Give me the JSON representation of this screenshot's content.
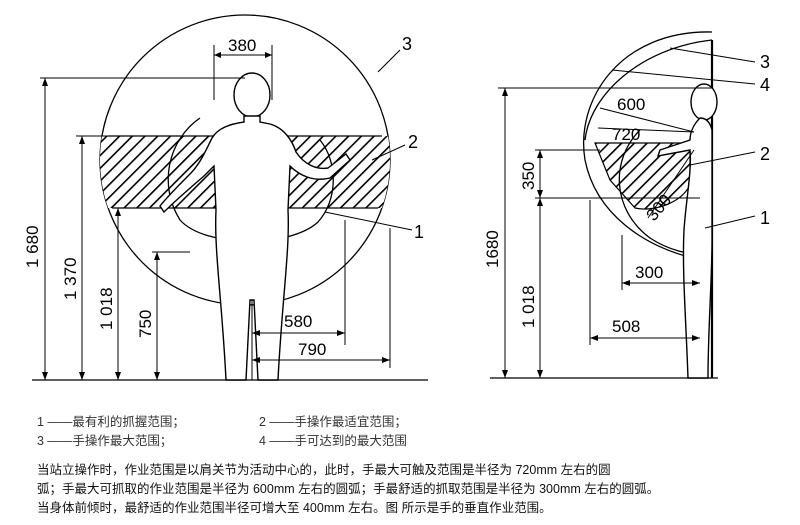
{
  "figure": {
    "left": {
      "dims": {
        "top_width": "380",
        "h1680": "1 680",
        "h1370": "1 370",
        "h1018": "1 018",
        "h750": "750",
        "w580": "580",
        "w790": "790"
      },
      "tags": {
        "t1": "1",
        "t2": "2",
        "t3": "3"
      }
    },
    "right": {
      "dims": {
        "r600": "600",
        "r720": "720",
        "h350": "350",
        "r300": "300",
        "h1680": "1680",
        "h1018": "1 018",
        "w300": "300",
        "w508": "508"
      },
      "tags": {
        "t1": "1",
        "t2": "2",
        "t3": "3",
        "t4": "4"
      }
    }
  },
  "legend": [
    {
      "left": "1 ——最有利的抓握范围；",
      "right": "2 ——手操作最适宜范围；"
    },
    {
      "left": "3 ——手操作最大范围；",
      "right": "4 ——手可达到的最大范围"
    }
  ],
  "description": [
    "当站立操作时，作业范围是以肩关节为活动中心的，此时，手最大可触及范围是半径为 720mm 左右的圆",
    "弧；手最大可抓取的作业范围是半径为 600mm 左右的圆弧；手最舒适的抓取范围是半径为 300mm 左右的圆弧。",
    "当身体前倾时，最舒适的作业范围半径可增大至 400mm 左右。图  所示是手的垂直作业范围。"
  ]
}
